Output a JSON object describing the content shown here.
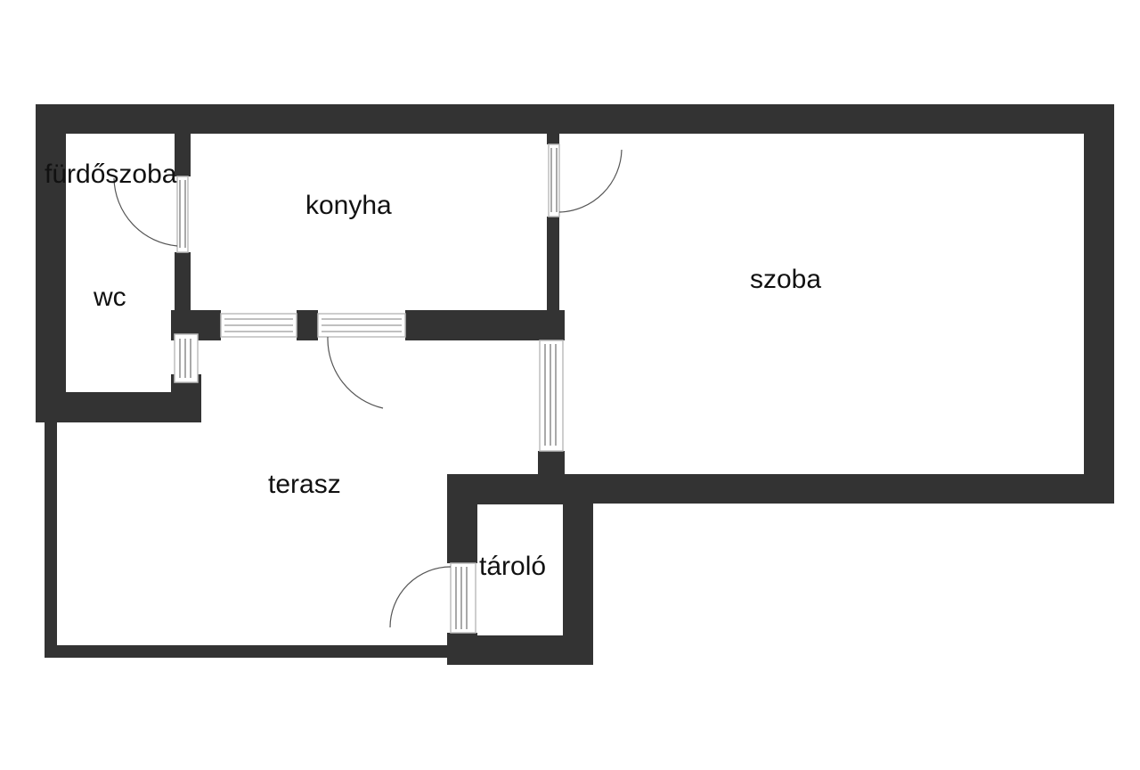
{
  "rooms": {
    "bathroom": "fürdőszoba",
    "kitchen": "konyha",
    "room": "szoba",
    "wc": "wc",
    "terrace": "terasz",
    "storage": "tároló"
  }
}
